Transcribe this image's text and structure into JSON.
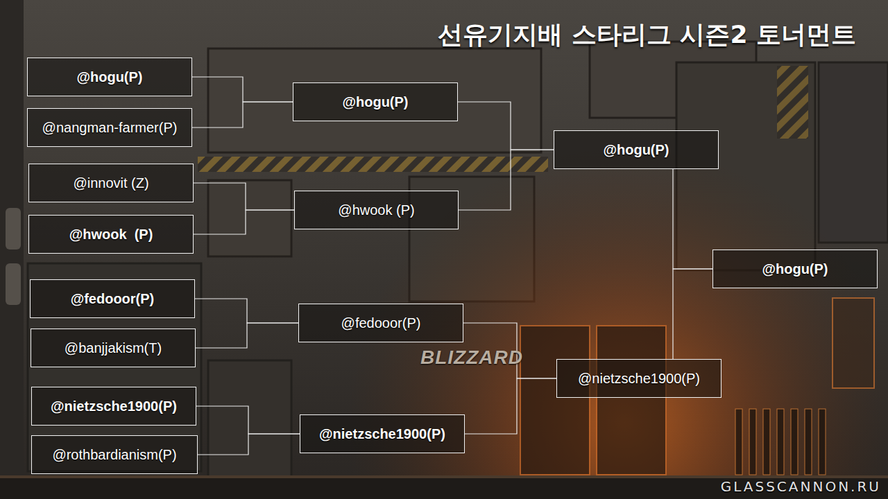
{
  "diagram": {
    "title": "선유기지배 스타리그 시즌2 토너먼트",
    "nodes": [
      {
        "text": [
          "@hogu(P)"
        ]
      },
      {
        "text": [
          "@nangman-farmer(P)"
        ]
      },
      {
        "text": [
          "@innovit (Z)"
        ]
      },
      {
        "text": [
          "@hwook  (P)"
        ]
      },
      {
        "text": [
          "@fedooor(P)"
        ]
      },
      {
        "text": [
          "@banjjakism(T)"
        ]
      },
      {
        "text": [
          "@nietzsche1900(P)"
        ]
      },
      {
        "text": [
          "@rothbardianism(P)"
        ]
      },
      {
        "text": [
          "@hogu(P)"
        ]
      },
      {
        "text": [
          "@hwook (P)"
        ]
      },
      {
        "text": [
          "@fedooor(P)"
        ]
      },
      {
        "text": [
          "@nietzsche1900(P)"
        ]
      },
      {
        "text": [
          "@hogu(P)"
        ]
      },
      {
        "text": [
          "@nietzsche1900(P)"
        ]
      },
      {
        "text": [
          "@hogu(P)"
        ]
      }
    ],
    "edges": [
      {
        "from": 0,
        "to": 8,
        "arrow": "none"
      },
      {
        "from": 1,
        "to": 8,
        "arrow": "none"
      },
      {
        "from": 2,
        "to": 9,
        "arrow": "none"
      },
      {
        "from": 3,
        "to": 9,
        "arrow": "none"
      },
      {
        "from": 4,
        "to": 10,
        "arrow": "none"
      },
      {
        "from": 5,
        "to": 10,
        "arrow": "none"
      },
      {
        "from": 6,
        "to": 11,
        "arrow": "none"
      },
      {
        "from": 7,
        "to": 11,
        "arrow": "none"
      },
      {
        "from": 8,
        "to": 12,
        "arrow": "none"
      },
      {
        "from": 9,
        "to": 12,
        "arrow": "none"
      },
      {
        "from": 10,
        "to": 13,
        "arrow": "none"
      },
      {
        "from": 11,
        "to": 13,
        "arrow": "none"
      },
      {
        "from": 12,
        "to": 14,
        "arrow": "none"
      },
      {
        "from": 13,
        "to": 14,
        "arrow": "none"
      }
    ],
    "labels": [
      "BLIZZARD",
      "GLASSCANNON.RU"
    ]
  }
}
